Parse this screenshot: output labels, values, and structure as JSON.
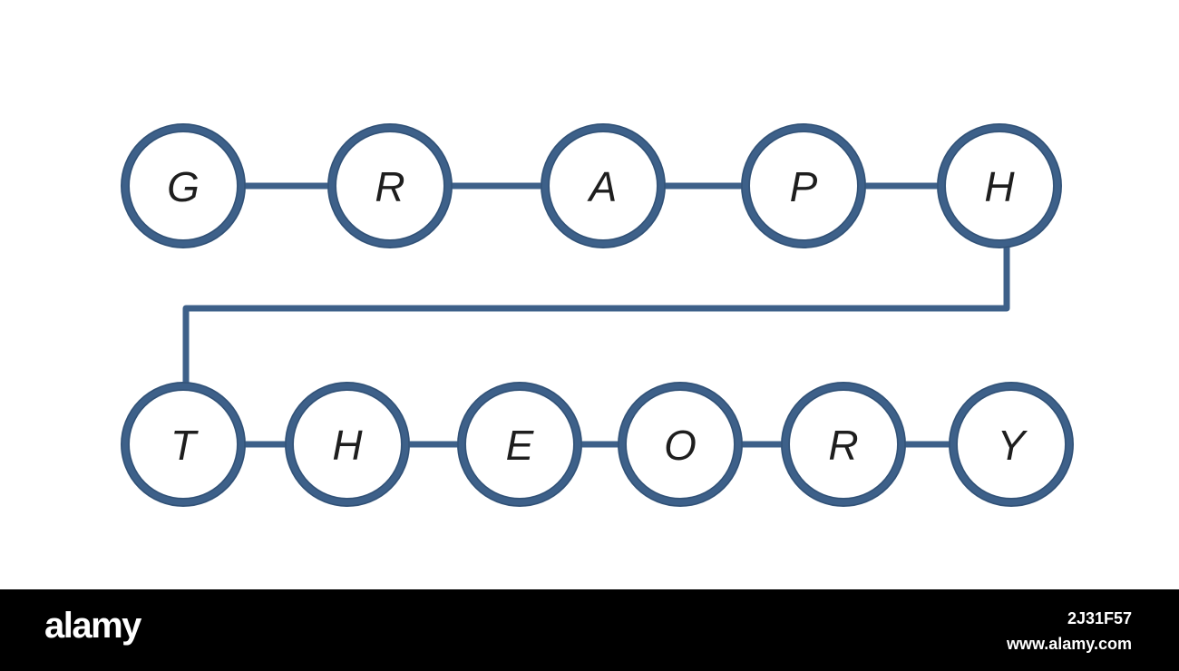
{
  "diagram": {
    "edge_color": "#3d6089",
    "node_fill": "#ffffff",
    "row1_letters": [
      "G",
      "R",
      "A",
      "P",
      "H"
    ],
    "row2_letters": [
      "T",
      "H",
      "E",
      "O",
      "R",
      "Y"
    ]
  },
  "footer": {
    "logo": "alamy",
    "image_id": "2J31F57",
    "url": "www.alamy.com"
  }
}
